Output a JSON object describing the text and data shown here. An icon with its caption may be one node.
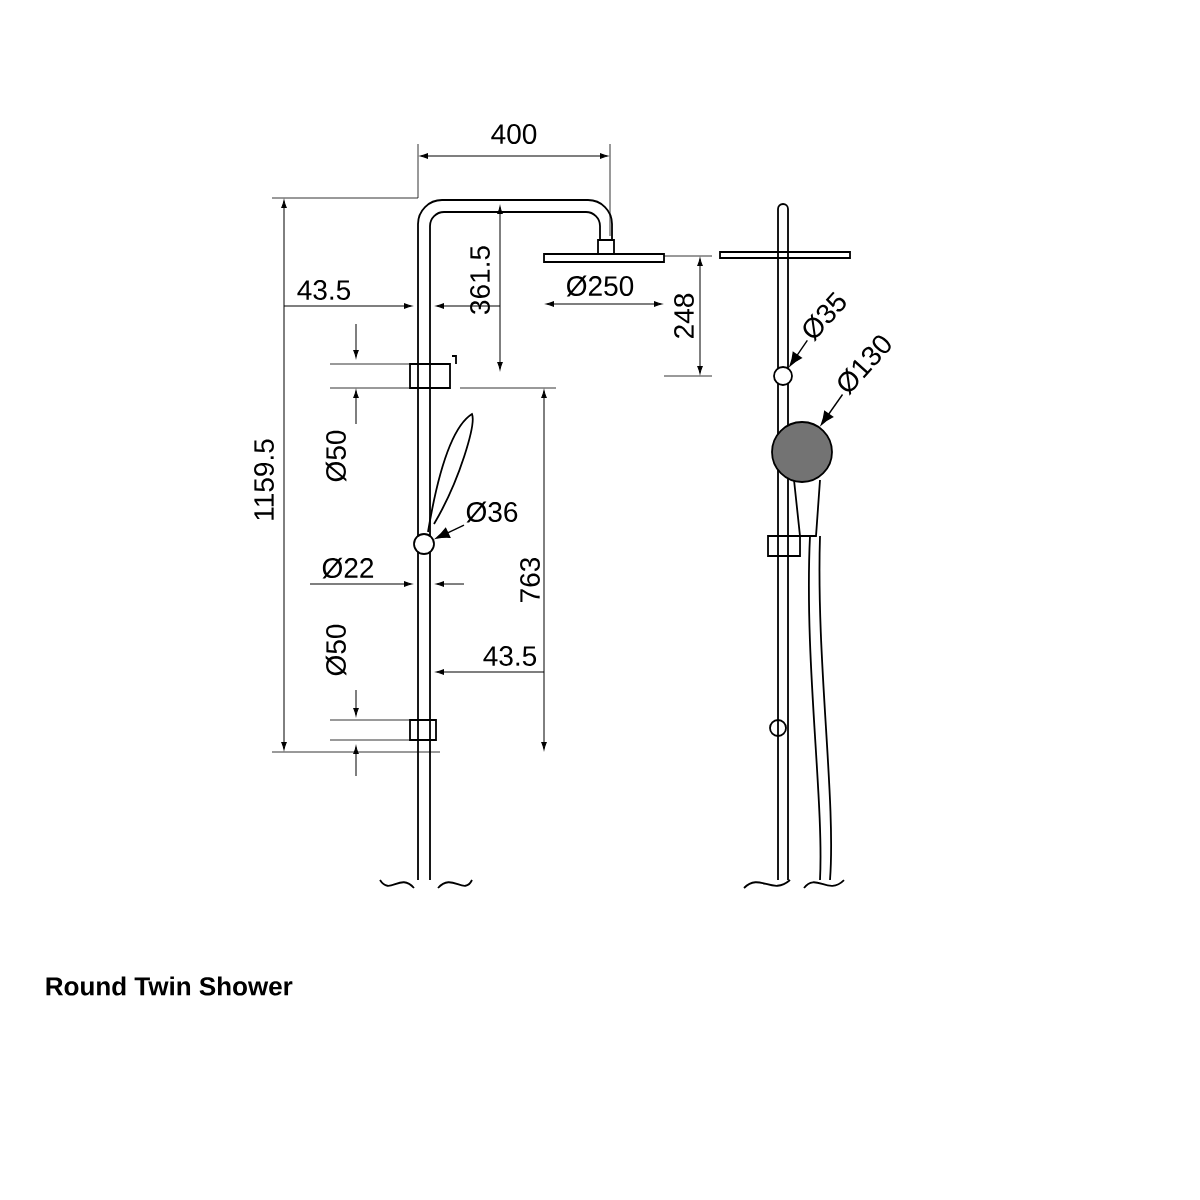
{
  "diagram": {
    "caption": "Round Twin Shower",
    "nodes": [
      {
        "text": [
          "Ø36"
        ]
      },
      {
        "text": [
          "Ø35"
        ]
      },
      {
        "text": [
          "Ø130"
        ]
      },
      {
        "text": [],
        "shape": "circle"
      },
      {
        "text": [],
        "shape": "circle"
      },
      {
        "text": [],
        "shape": "circle"
      }
    ],
    "edges": [
      {
        "from": 0,
        "to": 3,
        "arrow": "to"
      },
      {
        "from": 1,
        "to": 4,
        "arrow": "to"
      },
      {
        "from": 2,
        "to": 5,
        "arrow": "to"
      }
    ],
    "labels": [
      "400",
      "43.5",
      "361.5",
      "Ø250",
      "248",
      "1159.5",
      "Ø50",
      "763",
      "Ø22",
      "Ø50",
      "43.5"
    ]
  }
}
